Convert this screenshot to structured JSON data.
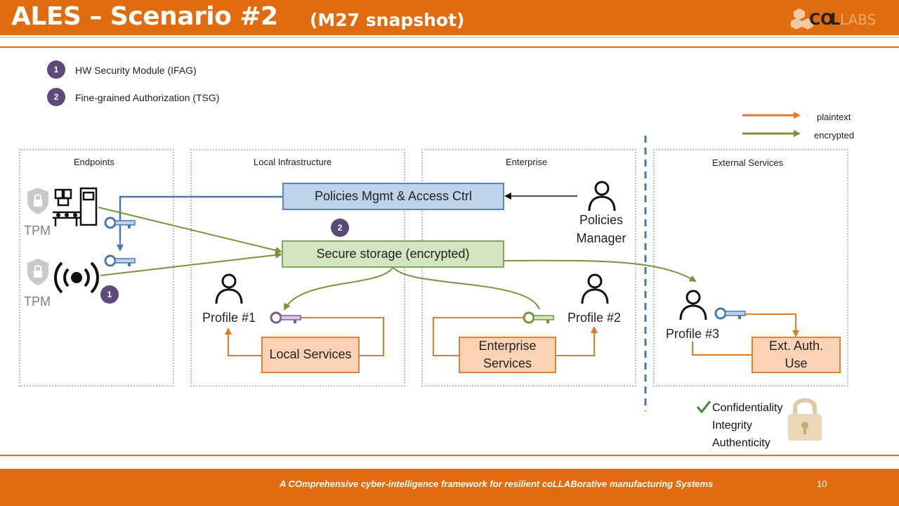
{
  "header": {
    "title": "ALES – Scenario #2",
    "subtitle": "(M27 snapshot)",
    "logo_text": "COLLABS"
  },
  "legend": {
    "items": [
      {
        "num": "1",
        "label": "HW Security Module (IFAG)"
      },
      {
        "num": "2",
        "label": "Fine-grained Authorization (TSG)"
      }
    ],
    "arrows": [
      {
        "label": "plaintext",
        "color": "#e07c26"
      },
      {
        "label": "encrypted",
        "color": "#77933c"
      }
    ]
  },
  "zones": {
    "endpoints": "Endpoints",
    "local": "Local Infrastructure",
    "enterprise": "Enterprise",
    "external": "External Services"
  },
  "boxes": {
    "policies": "Policies Mgmt & Access Ctrl",
    "storage": "Secure storage (encrypted)",
    "local_services": "Local Services",
    "enterprise_services_1": "Enterprise",
    "enterprise_services_2": "Services",
    "ext_auth_1": "Ext. Auth.",
    "ext_auth_2": "Use"
  },
  "labels": {
    "tpm_1": "TPM",
    "tpm_2": "TPM",
    "policies_manager_1": "Policies",
    "policies_manager_2": "Manager",
    "profile_1": "Profile #1",
    "profile_2": "Profile #2",
    "profile_3": "Profile #3",
    "badge_1": "1",
    "badge_2": "2"
  },
  "properties": [
    "Confidentiality",
    "Integrity",
    "Authenticity"
  ],
  "colors": {
    "brand_orange": "#e06c0f",
    "badge_purple": "#5e4a78",
    "plaintext": "#e07c26",
    "encrypted": "#77933c",
    "control_blue": "#4a77ad"
  },
  "footer": {
    "tagline": "A COmprehensive cyber-intelligence framework for resilient coLLABorative manufacturing Systems",
    "page": "10"
  }
}
